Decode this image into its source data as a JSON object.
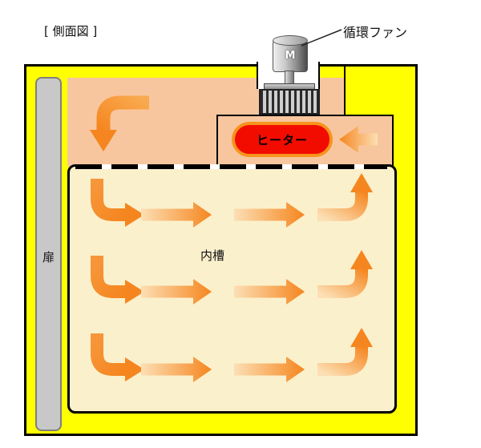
{
  "diagram": {
    "title": "[ 側面図 ]",
    "fan_label": "循環ファン",
    "motor_label": "M",
    "heater_label": "ヒーター",
    "chamber_label": "内槽",
    "door_label": "扉"
  },
  "colors": {
    "outer_case": "#FFFF00",
    "plenum": "#F8C69E",
    "chamber": "#FBF0CC",
    "heater_fill": "#F20C00",
    "heater_border": "#F7941D",
    "arrow": "#F5861F",
    "arrow_light": "#FCDFB4",
    "door": "#C8C8C8"
  }
}
